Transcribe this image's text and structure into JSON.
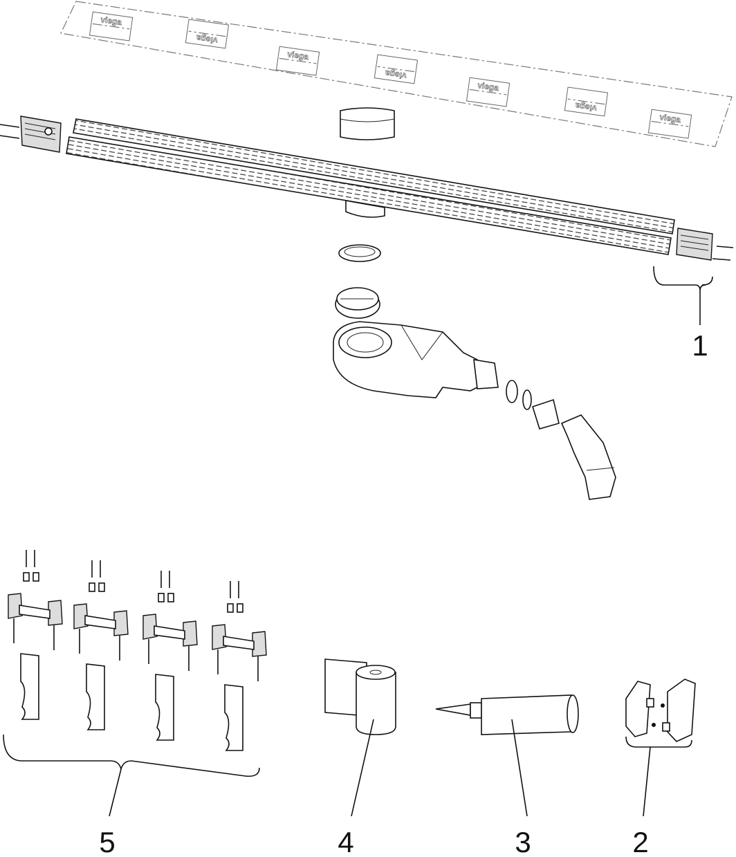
{
  "diagram": {
    "film": {
      "logo_text": "viega"
    },
    "callouts": [
      {
        "label": "1",
        "part": "end-cap-set"
      },
      {
        "label": "2",
        "part": "connector-pieces"
      },
      {
        "label": "3",
        "part": "sealant-cartridge"
      },
      {
        "label": "4",
        "part": "sealing-tape-roll"
      },
      {
        "label": "5",
        "part": "mounting-feet-set"
      }
    ]
  }
}
